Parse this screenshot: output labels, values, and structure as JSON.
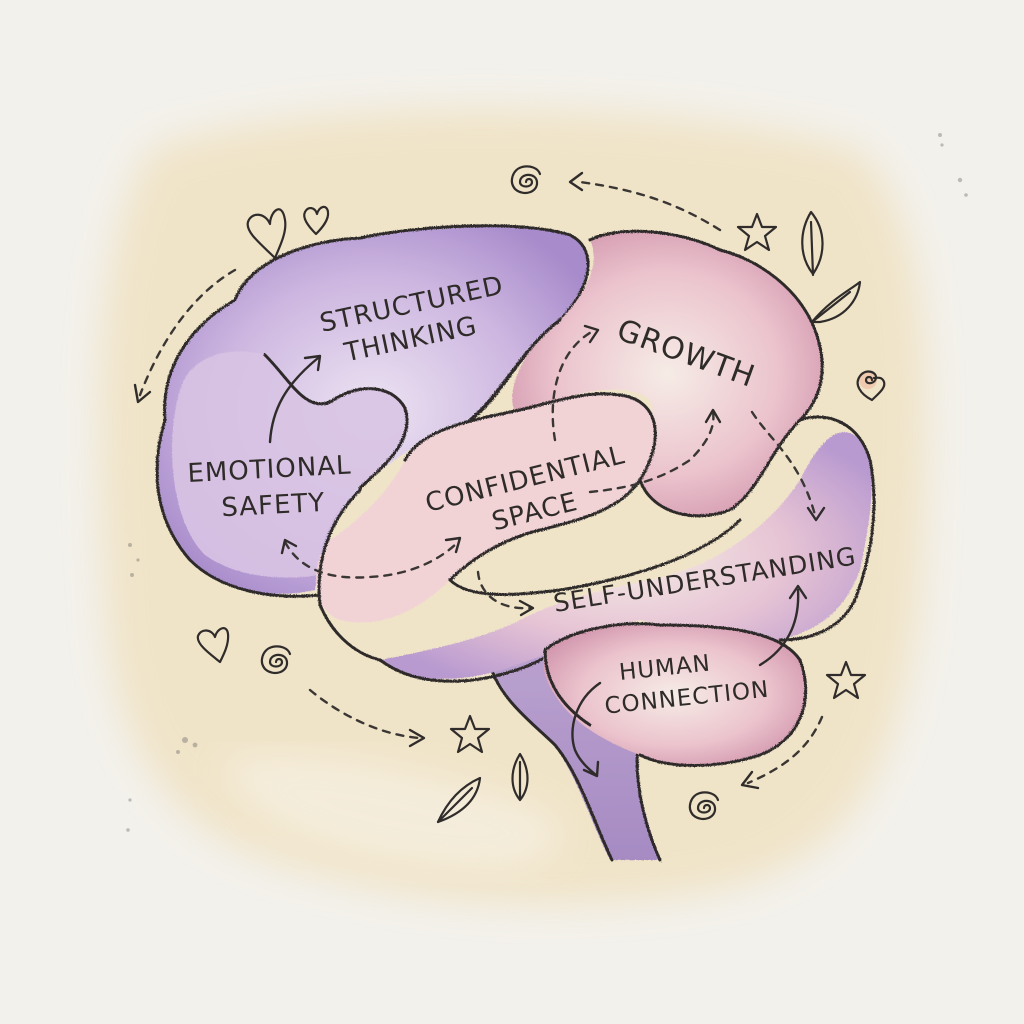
{
  "title": "Brain map of therapeutic benefits",
  "palette": {
    "paper": "#f3f1ec",
    "wash": "#f0e4c8",
    "lavender": "#c6aedb",
    "lavender_dark": "#a68bc9",
    "pink": "#e8bcc8",
    "pink_dark": "#d49aab",
    "ink": "#2e2b29",
    "star": "#f2c98a",
    "leaf": "#a9c08e",
    "heart": "#d9a5bf"
  },
  "regions": [
    {
      "id": "structured-thinking",
      "lines": [
        "STRUCTURED",
        "THINKING"
      ]
    },
    {
      "id": "emotional-safety",
      "lines": [
        "EMOTIONAL",
        "SAFETY"
      ]
    },
    {
      "id": "confidential-space",
      "lines": [
        "CONFIDENTIAL",
        "SPACE"
      ]
    },
    {
      "id": "growth",
      "lines": [
        "GROWTH"
      ]
    },
    {
      "id": "self-understanding",
      "lines": [
        "SELF-UNDERSTANDING"
      ]
    },
    {
      "id": "human-connection",
      "lines": [
        "HUMAN",
        "CONNECTION"
      ]
    }
  ],
  "connections": [
    {
      "from": "emotional-safety",
      "to": "structured-thinking",
      "style": "solid"
    },
    {
      "from": "emotional-safety",
      "to": "confidential-space",
      "style": "dashed",
      "bidirectional": true
    },
    {
      "from": "confidential-space",
      "to": "growth",
      "style": "dashed"
    },
    {
      "from": "confidential-space",
      "to": "self-understanding",
      "style": "dashed"
    },
    {
      "from": "growth",
      "to": "self-understanding",
      "style": "dashed"
    },
    {
      "from": "human-connection",
      "to": "self-understanding",
      "style": "solid"
    },
    {
      "from": "human-connection",
      "to": "brainstem",
      "style": "solid"
    }
  ],
  "decorations": [
    "heart",
    "heart",
    "heart",
    "spiral",
    "spiral",
    "spiral",
    "spiral-heart",
    "star",
    "star",
    "star",
    "leaf",
    "leaf",
    "leaf",
    "leaf"
  ]
}
